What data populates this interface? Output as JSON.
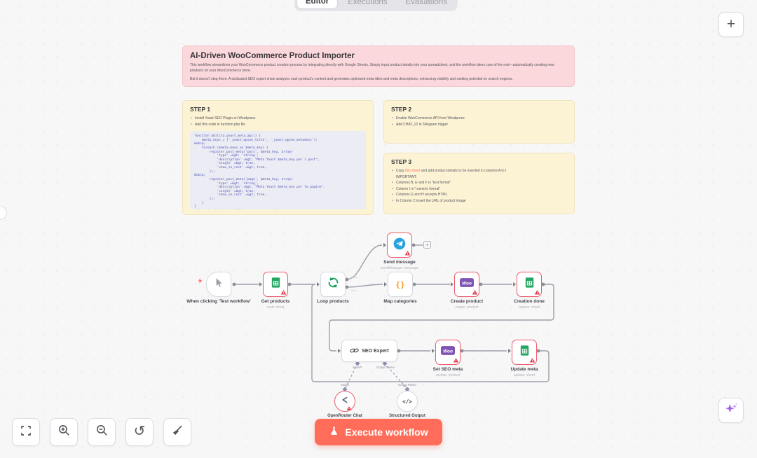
{
  "tabs": {
    "editor": "Editor",
    "executions": "Executions",
    "evaluations": "Evaluations"
  },
  "icons": {
    "plus": "+",
    "braces": "{}",
    "code_tag": "</>",
    "undo": "↺"
  },
  "colors": {
    "accent": "#ff6d5a",
    "error_border": "#ee5d6e",
    "warning_red": "#e23c49",
    "note_pink": "#fbd8db",
    "note_yellow": "#fcf3d5",
    "telegram_blue": "#2aa4dc",
    "sheets_green": "#23a662",
    "woo_purple": "#7f54b3",
    "code_orange": "#f59b22",
    "sparkle_purple": "#a263e4"
  },
  "header_note": {
    "title": "AI-Driven WooCommerce Product Importer",
    "p1": "This workflow streamlines your WooCommerce product creation process by integrating directly with Google Sheets. Simply input product details into your spreadsheet, and the workflow takes care of the rest—automatically creating new products on your WooCommerce store.",
    "p2": "But it doesn't stop there. A dedicated SEO expert chain analyzes each product's content and generates optimized meta titles and meta descriptions, enhancing visibility and ranking potential on search engines."
  },
  "steps": {
    "step1": {
      "title": "STEP 1",
      "bullets": [
        "Install Yoast SEO Plugin on Wordpress",
        "Add this code in function.php file"
      ],
      "code": "function abilita_yoast_meta_api() {\n    $meta_keys = ['_yoast_wpseo_title', '_yoast_wpseo_metadesc'];\n&nbsp;\n    foreach ($meta_keys as $meta_key) {\n        register_post_meta('post', $meta_key, array(\n            'type' =&gt; 'string',\n            'description' =&gt; \"Meta Yoast $meta_key per i post\",\n            'single' =&gt; true,\n            'show_in_rest' =&gt; true,\n        ));\n&nbsp;\n        register_post_meta('page', $meta_key, array(\n            'type' =&gt; 'string',\n            'description' =&gt; \"Meta Yoast $meta_key per le pagine\",\n            'single' =&gt; true,\n            'show_in_rest' =&gt; true,\n        ));\n    }\n}\nadd_action('init', 'abilita_yoast_meta_api');"
    },
    "step2": {
      "title": "STEP 2",
      "bullets": [
        "Enable WooCommerce API from Wordpress",
        "Add CHAT_ID in Telegram trigger"
      ]
    },
    "step3": {
      "title": "STEP 3",
      "line1_pre": "Copy ",
      "link_text": "this sheet",
      "line1_post": " and add product details to be inserted in columns A to I",
      "important": "IMPORTANT:",
      "bullets": [
        "Columns B, E and F is \"text format\"",
        "Column I is \"numeric format\"",
        "Columns G and H accepts HTML",
        "In Column C insert the URL of product image"
      ]
    }
  },
  "nodes": {
    "trigger": {
      "label": "When clicking 'Test workflow'"
    },
    "get_products": {
      "label": "Get products",
      "subtitle": "read: sheet"
    },
    "loop_products": {
      "label": "Loop products",
      "output_top": "done",
      "output_bottom": "loop"
    },
    "send_message": {
      "label": "Send message",
      "subtitle": "sendMessage: message"
    },
    "map_categories": {
      "label": "Map categories"
    },
    "create_product": {
      "label": "Create product",
      "subtitle": "create: product"
    },
    "creation_done": {
      "label": "Creation done",
      "subtitle": "update: sheet"
    },
    "seo_expert": {
      "label": "SEO Expert",
      "model_label": "Model",
      "model_required": "*",
      "parser_label": "Output Parser"
    },
    "set_seo_meta": {
      "label": "Set SEO meta",
      "subtitle": "update: product"
    },
    "update_meta": {
      "label": "Update meta",
      "subtitle": "update: sheet"
    },
    "openrouter_chat": {
      "label": "OpenRouter Chat"
    },
    "structured_output": {
      "label": "Structured Output"
    }
  },
  "toolbar": {
    "execute_label": "Execute workflow"
  }
}
